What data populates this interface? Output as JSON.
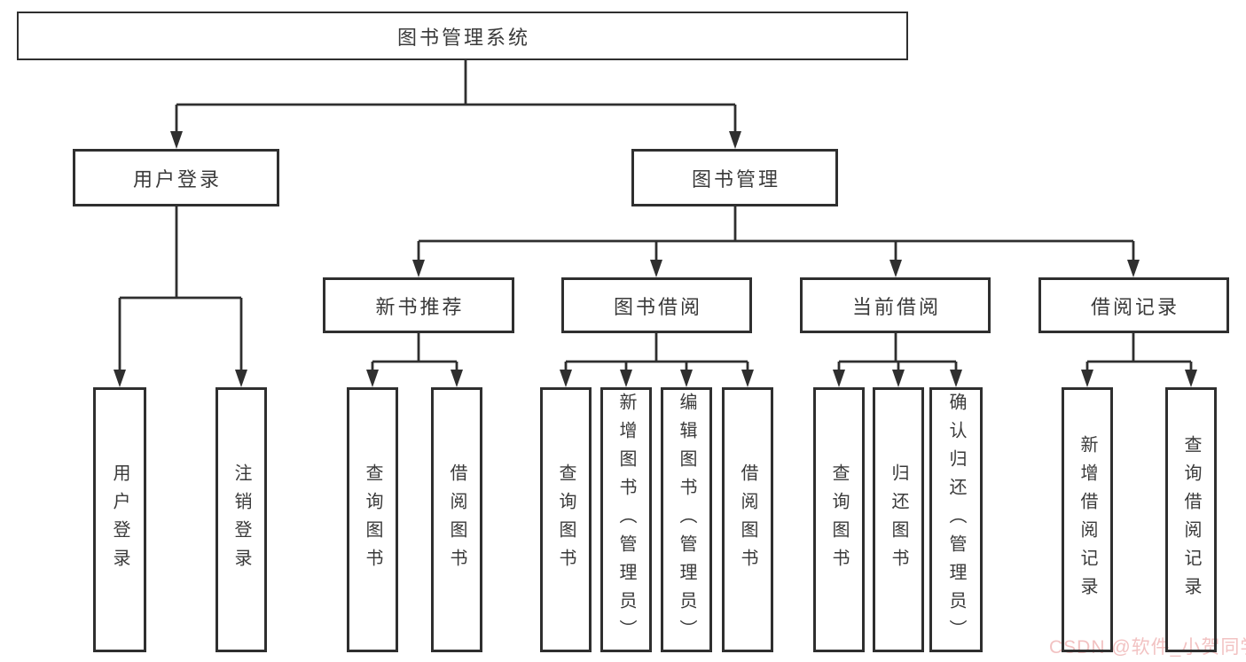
{
  "diagram": {
    "title_node": {
      "label": "图书管理系统"
    },
    "level1": [
      {
        "label": "用户登录"
      },
      {
        "label": "图书管理"
      }
    ],
    "level2": [
      {
        "label": "新书推荐"
      },
      {
        "label": "图书借阅"
      },
      {
        "label": "当前借阅"
      },
      {
        "label": "借阅记录"
      }
    ],
    "leaves": [
      {
        "label": "用户登录"
      },
      {
        "label": "注销登录"
      },
      {
        "label": "查询图书"
      },
      {
        "label": "借阅图书"
      },
      {
        "label": "查询图书"
      },
      {
        "label": "新增图书（管理员）"
      },
      {
        "label": "编辑图书（管理员）"
      },
      {
        "label": "借阅图书"
      },
      {
        "label": "查询图书"
      },
      {
        "label": "归还图书"
      },
      {
        "label": "确认归还（管理员）"
      },
      {
        "label": "新增借阅记录"
      },
      {
        "label": "查询借阅记录"
      }
    ],
    "watermark": "CSDN @软件_小贺同学",
    "colors": {
      "line": "#2f2f2f",
      "box_border": "#2f2f2f",
      "text": "#3a3a3a",
      "watermark": "#f2c2c2",
      "background": "#ffffff"
    }
  }
}
